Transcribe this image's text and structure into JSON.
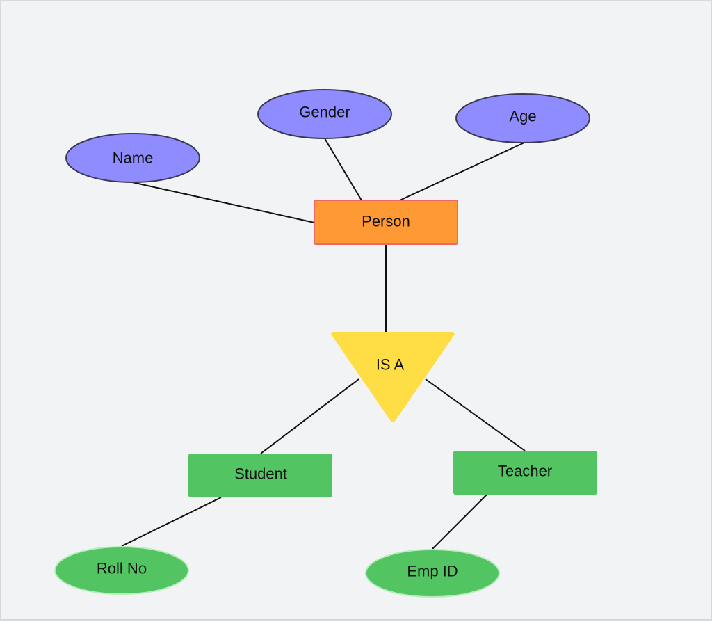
{
  "colors": {
    "background": "#f2f3f5",
    "frame": "#d6d8dc",
    "connector": "#111111",
    "attribute_fill": "#8f8cff",
    "attribute_stroke": "#3a3a55",
    "entity_fill": "#ff9933",
    "entity_stroke": "#ee6666",
    "isa_fill": "#ffdd44",
    "subentity_fill": "#52c462",
    "subattribute_fill": "#52c462",
    "subattribute_stroke": "#b8ecbf"
  },
  "entities": {
    "person": "Person",
    "student": "Student",
    "teacher": "Teacher"
  },
  "attributes": {
    "name": "Name",
    "gender": "Gender",
    "age": "Age",
    "roll_no": "Roll No",
    "emp_id": "Emp ID"
  },
  "relationships": {
    "isa": "IS A"
  }
}
